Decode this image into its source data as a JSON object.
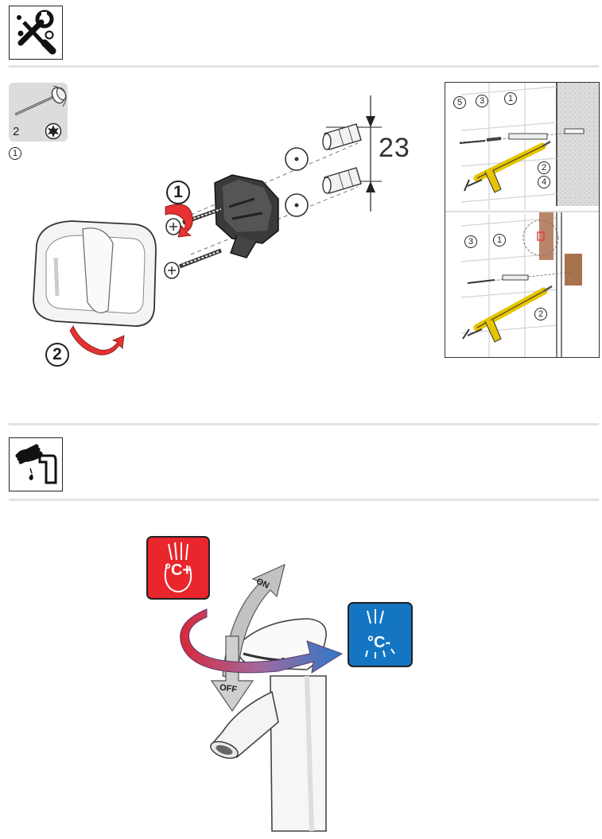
{
  "header_icons": {
    "tools": "wrench-screwdriver-icon",
    "operation": "hand-faucet-icon"
  },
  "tool": {
    "size": "2",
    "type": "torx-star-icon",
    "step_marker": "1"
  },
  "mounting": {
    "step1_label": "1",
    "step2_label": "2",
    "dimension": "23"
  },
  "inset_callouts": {
    "top": [
      "5",
      "3",
      "1",
      "2",
      "4"
    ],
    "bottom": [
      "3",
      "1",
      "2"
    ]
  },
  "operation": {
    "on_label": "ON",
    "off_label": "OFF",
    "hot_label": "°C+",
    "cold_label": "°C-",
    "hot_color": "#e8262b",
    "cold_color": "#1476c3"
  }
}
